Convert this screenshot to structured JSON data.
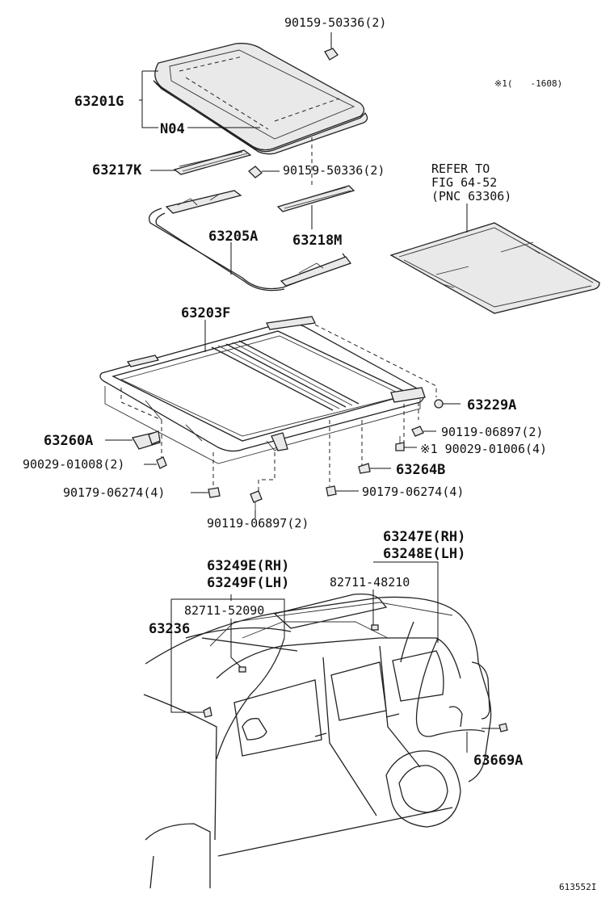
{
  "diagram": {
    "note": "※1(　　-1608)",
    "footer_code": "613552I"
  },
  "labels": {
    "p1": "90159-50336(2)",
    "p2": "63201G",
    "p3": "N04",
    "p4": "63217K",
    "p5": "90159-50336(2)",
    "p6": "63205A",
    "p7": "63218M",
    "refer1": "REFER TO",
    "refer2": "FIG 64-52",
    "refer3": "(PNC 63306)",
    "p8": "63203F",
    "p9": "63229A",
    "p10": "63260A",
    "p11": "90119-06897(2)",
    "p12": "※1 90029-01006(4)",
    "p13": "90029-01008(2)",
    "p14": "63264B",
    "p15": "90179-06274(4)",
    "p16": "90179-06274(4)",
    "p17": "90119-06897(2)",
    "p18a": "63247E(RH)",
    "p18b": "63248E(LH)",
    "p19a": "63249E(RH)",
    "p19b": "63249F(LH)",
    "p20": "82711-48210",
    "p21": "82711-52090",
    "p22": "63236",
    "p23": "63669A"
  }
}
